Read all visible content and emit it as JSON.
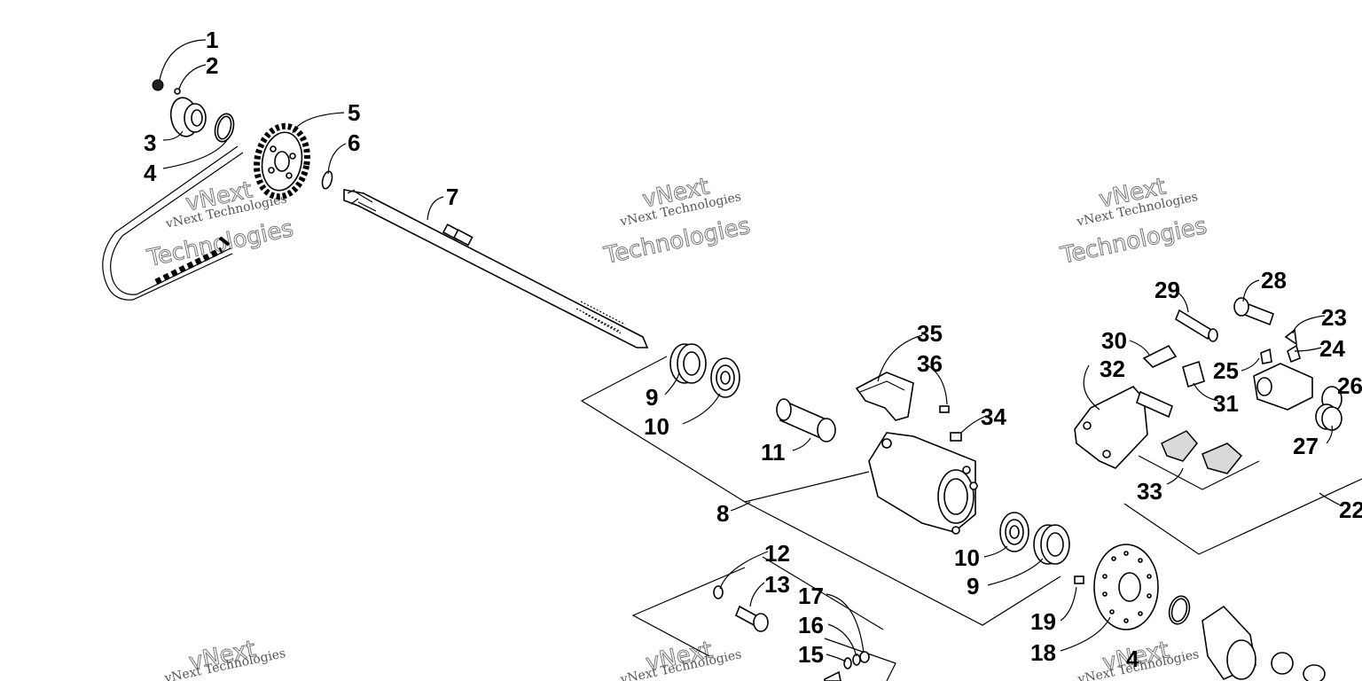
{
  "watermark": {
    "line1": "vNext",
    "line2": "vNext Technologies",
    "line3": "Technologies"
  },
  "callouts": [
    {
      "id": "c1",
      "text": "1"
    },
    {
      "id": "c2",
      "text": "2"
    },
    {
      "id": "c3",
      "text": "3"
    },
    {
      "id": "c4",
      "text": "4"
    },
    {
      "id": "c5",
      "text": "5"
    },
    {
      "id": "c6",
      "text": "6"
    },
    {
      "id": "c7",
      "text": "7"
    },
    {
      "id": "c8",
      "text": "8"
    },
    {
      "id": "c9a",
      "text": "9"
    },
    {
      "id": "c10a",
      "text": "10"
    },
    {
      "id": "c11",
      "text": "11"
    },
    {
      "id": "c10b",
      "text": "10"
    },
    {
      "id": "c9b",
      "text": "9"
    },
    {
      "id": "c12",
      "text": "12"
    },
    {
      "id": "c13",
      "text": "13"
    },
    {
      "id": "c17",
      "text": "17"
    },
    {
      "id": "c16",
      "text": "16"
    },
    {
      "id": "c15",
      "text": "15"
    },
    {
      "id": "c35",
      "text": "35"
    },
    {
      "id": "c36",
      "text": "36"
    },
    {
      "id": "c34",
      "text": "34"
    },
    {
      "id": "c19",
      "text": "19"
    },
    {
      "id": "c18",
      "text": "18"
    },
    {
      "id": "c4b",
      "text": "4"
    },
    {
      "id": "c29",
      "text": "29"
    },
    {
      "id": "c28",
      "text": "28"
    },
    {
      "id": "c23",
      "text": "23"
    },
    {
      "id": "c24",
      "text": "24"
    },
    {
      "id": "c30",
      "text": "30"
    },
    {
      "id": "c32",
      "text": "32"
    },
    {
      "id": "c25",
      "text": "25"
    },
    {
      "id": "c26",
      "text": "26"
    },
    {
      "id": "c31",
      "text": "31"
    },
    {
      "id": "c27",
      "text": "27"
    },
    {
      "id": "c33",
      "text": "33"
    },
    {
      "id": "c22",
      "text": "22"
    }
  ]
}
